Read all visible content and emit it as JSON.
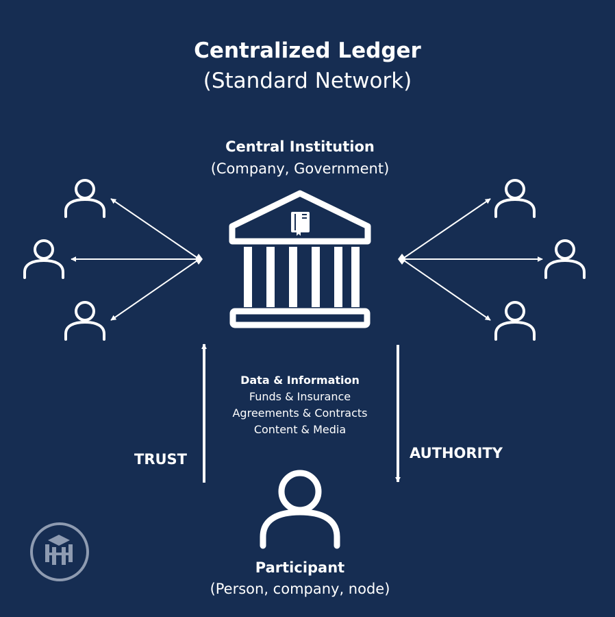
{
  "header": {
    "title": "Centralized Ledger",
    "subtitle": "(Standard Network)"
  },
  "institution": {
    "name": "Central Institution",
    "description": "(Company, Government)"
  },
  "data_flow": {
    "heading": "Data & Information",
    "items": [
      "Funds & Insurance",
      "Agreements & Contracts",
      "Content & Media"
    ]
  },
  "labels": {
    "trust": "TRUST",
    "authority": "AUTHORITY"
  },
  "participant": {
    "name": "Participant",
    "description": "(Person, company, node)"
  },
  "colors": {
    "background": "#162d52",
    "foreground": "#ffffff",
    "logo_ring": "#8e9bb1"
  },
  "icons": {
    "institution": "bank-building-icon",
    "ledger": "ledger-book-icon",
    "person": "person-outline-icon",
    "logo": "cube-logo-icon"
  }
}
